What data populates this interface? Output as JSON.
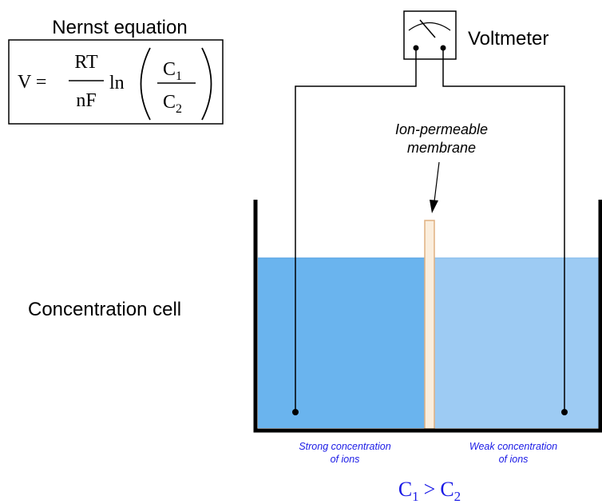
{
  "equation": {
    "title": "Nernst equation",
    "lhs": "V =",
    "numerator": "RT",
    "denominator": "nF",
    "log": "ln",
    "c_top": {
      "letter": "C",
      "sub": "1"
    },
    "c_bottom": {
      "letter": "C",
      "sub": "2"
    }
  },
  "labels": {
    "voltmeter": "Voltmeter",
    "membrane_line1": "Ion-permeable",
    "membrane_line2": "membrane",
    "cell": "Concentration cell",
    "strong_line1": "Strong concentration",
    "strong_line2": "of ions",
    "weak_line1": "Weak concentration",
    "weak_line2": "of ions"
  },
  "relation": {
    "left": {
      "letter": "C",
      "sub": "1"
    },
    "op": ">",
    "right": {
      "letter": "C",
      "sub": "2"
    }
  },
  "colors": {
    "strong_solution": "#6ab4ee",
    "weak_solution": "#9dcbf3",
    "membrane_fill": "#fbeedd",
    "membrane_stroke": "#e0b080",
    "caption_blue": "#1a1ae6",
    "outline": "#000000"
  }
}
